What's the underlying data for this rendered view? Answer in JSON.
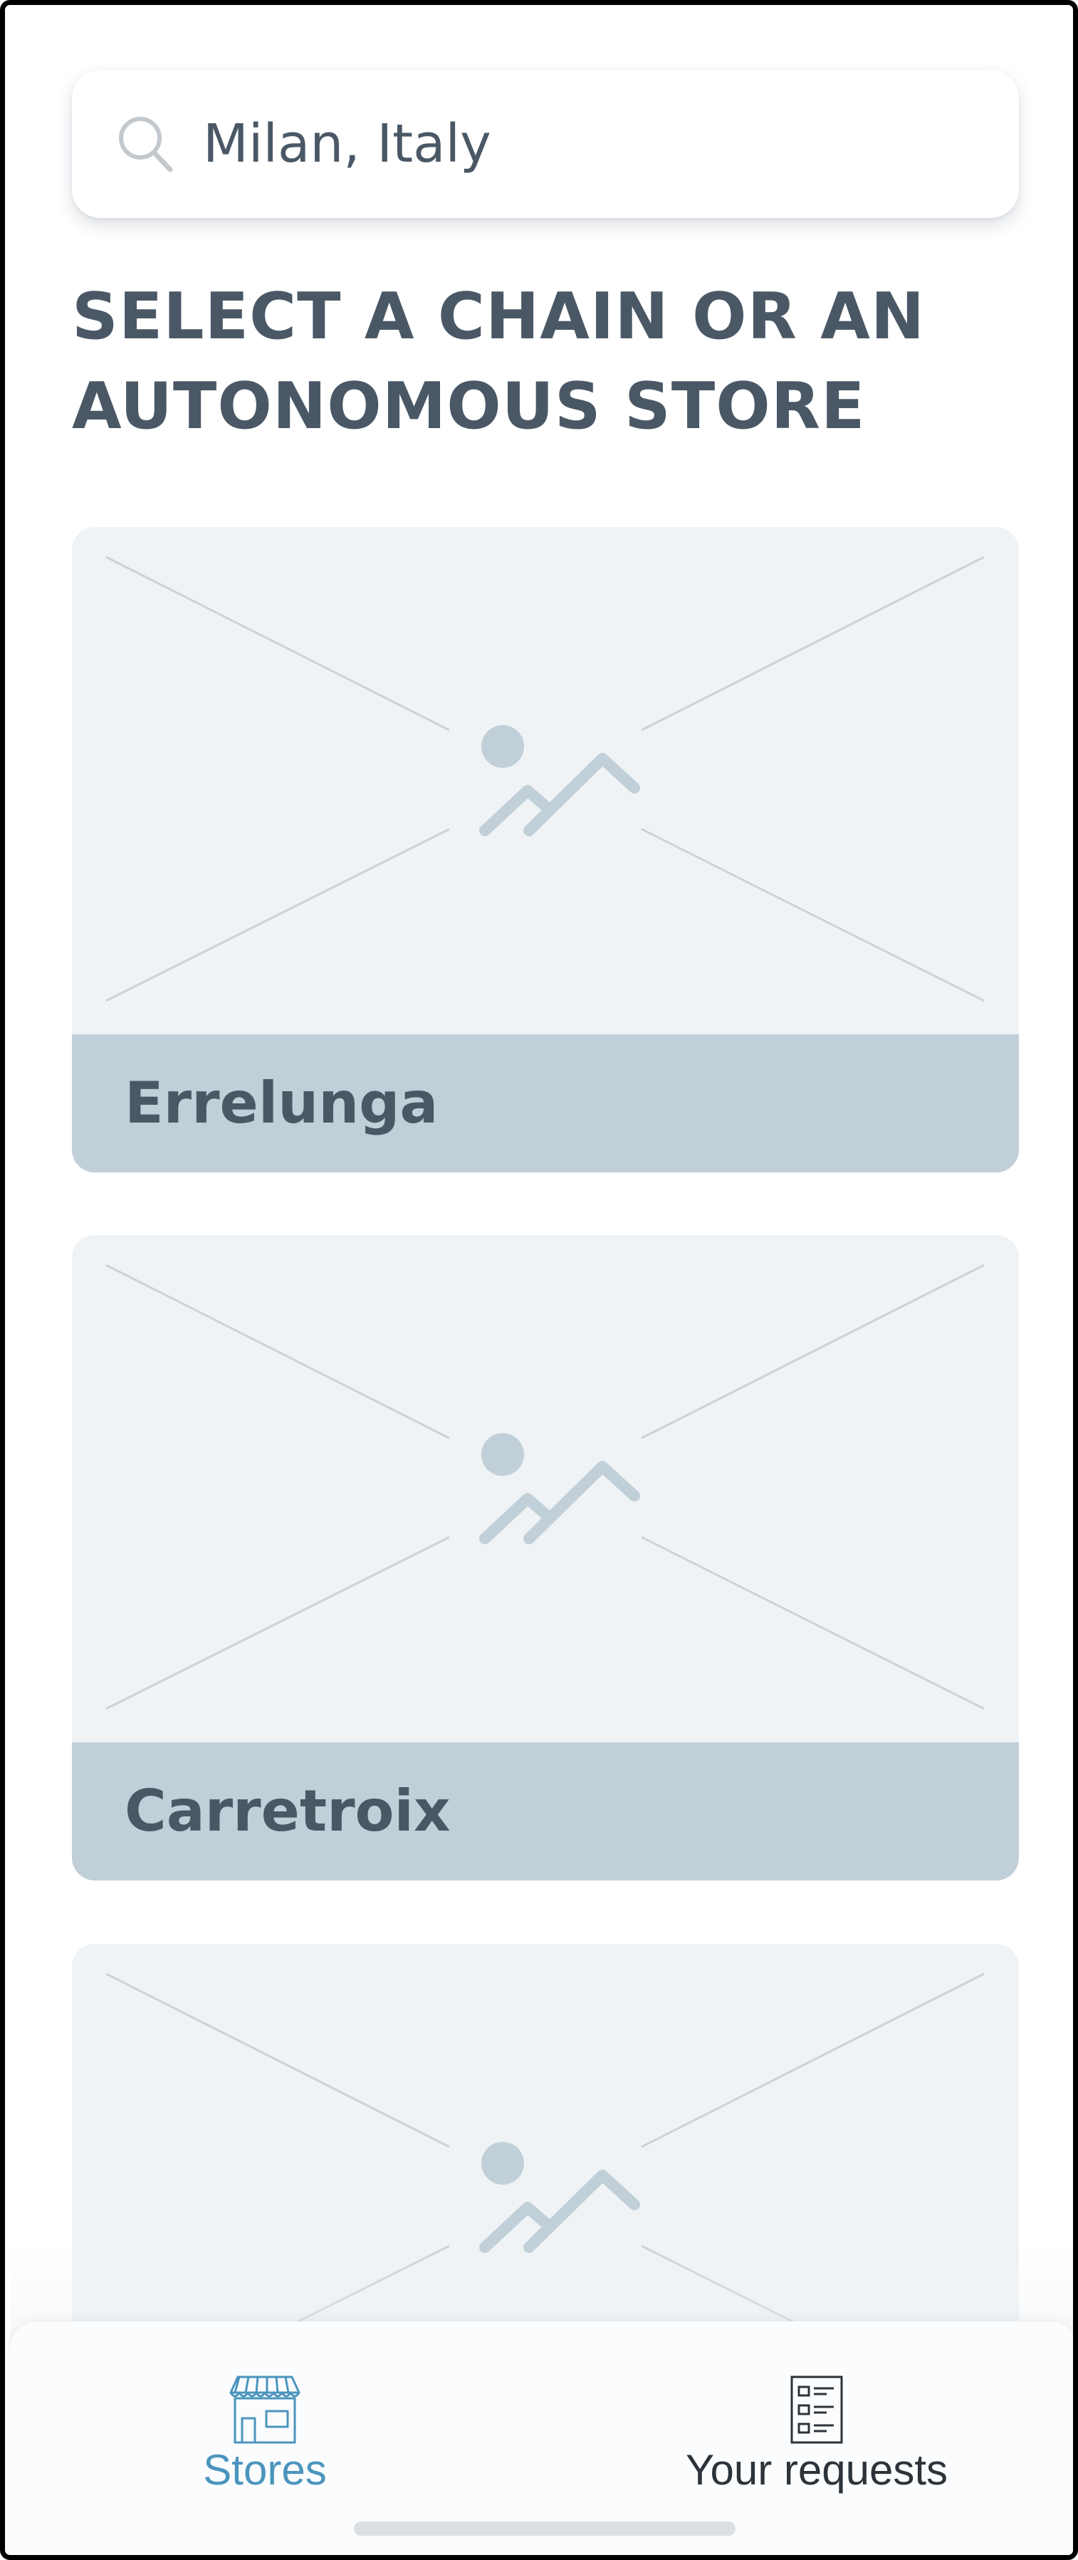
{
  "search": {
    "value": "Milan, Italy",
    "icon": "search-icon"
  },
  "page_title": "SELECT A CHAIN OR AN AUTONOMOUS STORE",
  "stores": [
    {
      "name": "Errelunga",
      "image": "image-placeholder-icon"
    },
    {
      "name": "Carretroix",
      "image": "image-placeholder-icon"
    },
    {
      "name": "",
      "image": "image-placeholder-icon"
    }
  ],
  "tabbar": {
    "tabs": [
      {
        "label": "Stores",
        "icon": "store-icon",
        "active": true,
        "color": "#4b95bd"
      },
      {
        "label": "Your requests",
        "icon": "checklist-icon",
        "active": false,
        "color": "#2c333a"
      }
    ]
  },
  "colors": {
    "text": "#4a5866",
    "card_background": "#eff3f6",
    "card_label_background": "#c1cfd8",
    "accent": "#4b95bd"
  }
}
